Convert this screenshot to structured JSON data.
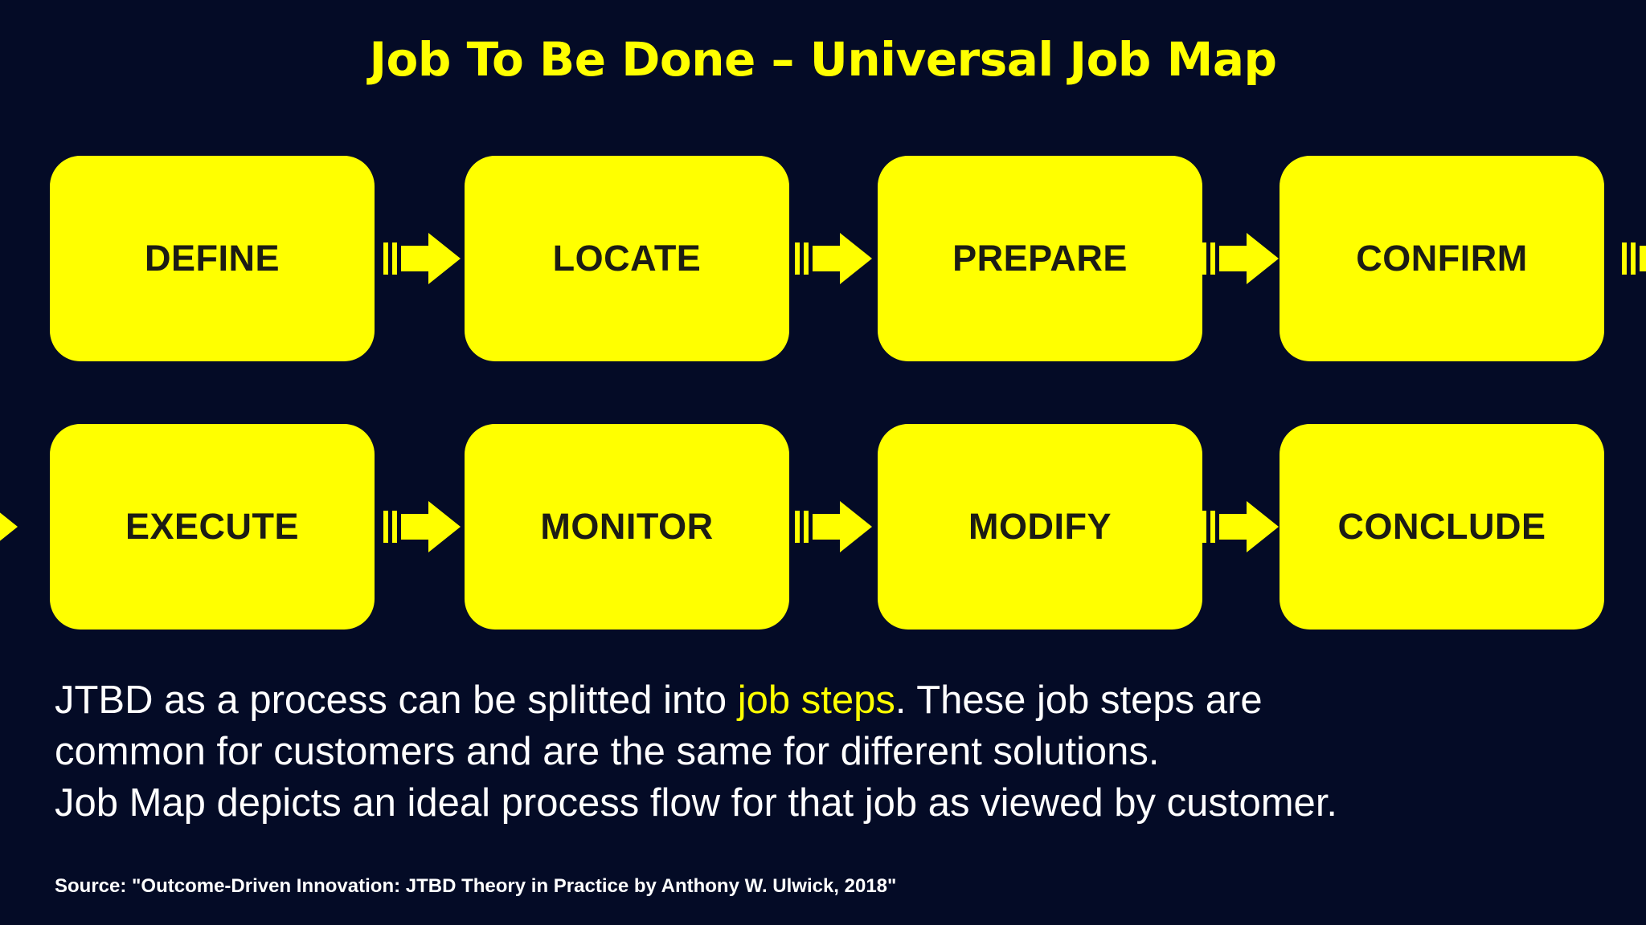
{
  "slide": {
    "title": "Job To Be Done – Universal Job Map",
    "background_color": "#040b26",
    "accent_color": "#ffff00",
    "text_color": "#ffffff",
    "box_label_color": "#1c1c14"
  },
  "job_map": {
    "rows": [
      {
        "row_id": "row-1",
        "steps": [
          {
            "label": "DEFINE"
          },
          {
            "label": "LOCATE"
          },
          {
            "label": "PREPARE"
          },
          {
            "label": "CONFIRM"
          }
        ]
      },
      {
        "row_id": "row-2",
        "steps": [
          {
            "label": "EXECUTE"
          },
          {
            "label": "MONITOR"
          },
          {
            "label": "MODIFY"
          },
          {
            "label": "CONCLUDE"
          }
        ]
      }
    ],
    "connector_icon": "right-arrow-icon"
  },
  "body": {
    "line1_a": "JTBD as a process can be splitted into ",
    "line1_highlight": "job steps",
    "line1_b": ". These job steps are",
    "line2": "common for customers and are the same for different solutions.",
    "line3": "Job Map depicts an ideal process flow for that job as viewed by customer."
  },
  "source": {
    "text": "Source: \"Outcome-Driven Innovation: JTBD Theory in Practice by Anthony W. Ulwick, 2018\""
  }
}
